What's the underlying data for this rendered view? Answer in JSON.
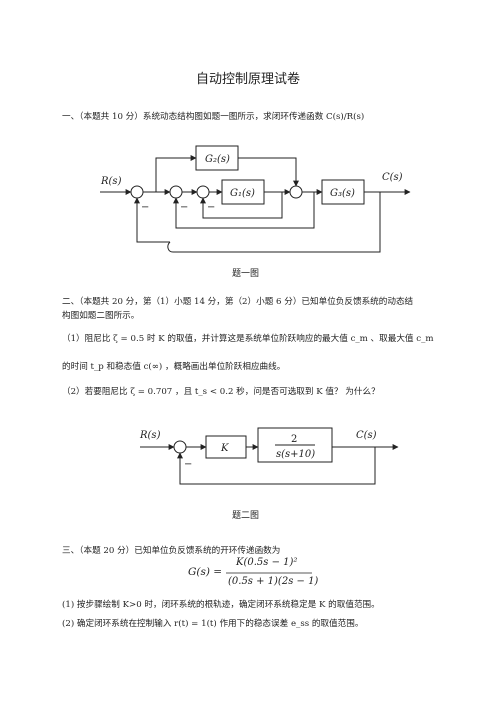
{
  "doc": {
    "title": "自动控制原理试卷",
    "q1": {
      "text": "一、（本题共 10 分）系统动态结构图如题一图所示，求闭环传递函数 C(s)/R(s)",
      "caption": "题一图",
      "blocks": {
        "g2": "G₂(s)",
        "g1": "G₁(s)",
        "g3": "G₃(s)"
      },
      "input": "R(s)",
      "output": "C(s)",
      "minus": "−"
    },
    "q2": {
      "text_line1": "二、（本题共 20 分，第（1）小题 14 分，第（2）小题 6 分）已知单位负反馈系统的动态结",
      "text_line2": "构图如题二图所示。",
      "sub1_line1": "（1）阻尼比 ζ = 0.5 时 K 的取值，并计算这是系统单位阶跃响应的最大值 c_m 、取最大值 c_m",
      "sub1_line2": "的时间 t_p 和稳态值 c(∞) ，概略画出单位阶跃相应曲线。",
      "sub2": "（2）若要阻尼比 ζ = 0.707 ，且 t_s < 0.2 秒，问是否可选取到 K 值？ 为什么？",
      "caption": "题二图",
      "block_k": "K",
      "tf_num": "2",
      "tf_den": "s(s+10)",
      "input": "R(s)",
      "output": "C(s)"
    },
    "q3": {
      "text": "三、（本题 20 分）已知单位负反馈系统的开环传递函数为",
      "formula_lhs": "G(s) =",
      "formula_num": "K(0.5s − 1)²",
      "formula_den": "(0.5s + 1)(2s − 1)",
      "item1": "(1)    按步骤绘制 K>0 时，闭环系统的根轨迹，确定闭环系统稳定是 K 的取值范围。",
      "item2": "(2)    确定闭环系统在控制输入 r(t) = 1(t) 作用下的稳态误差 e_ss 的取值范围。"
    }
  }
}
